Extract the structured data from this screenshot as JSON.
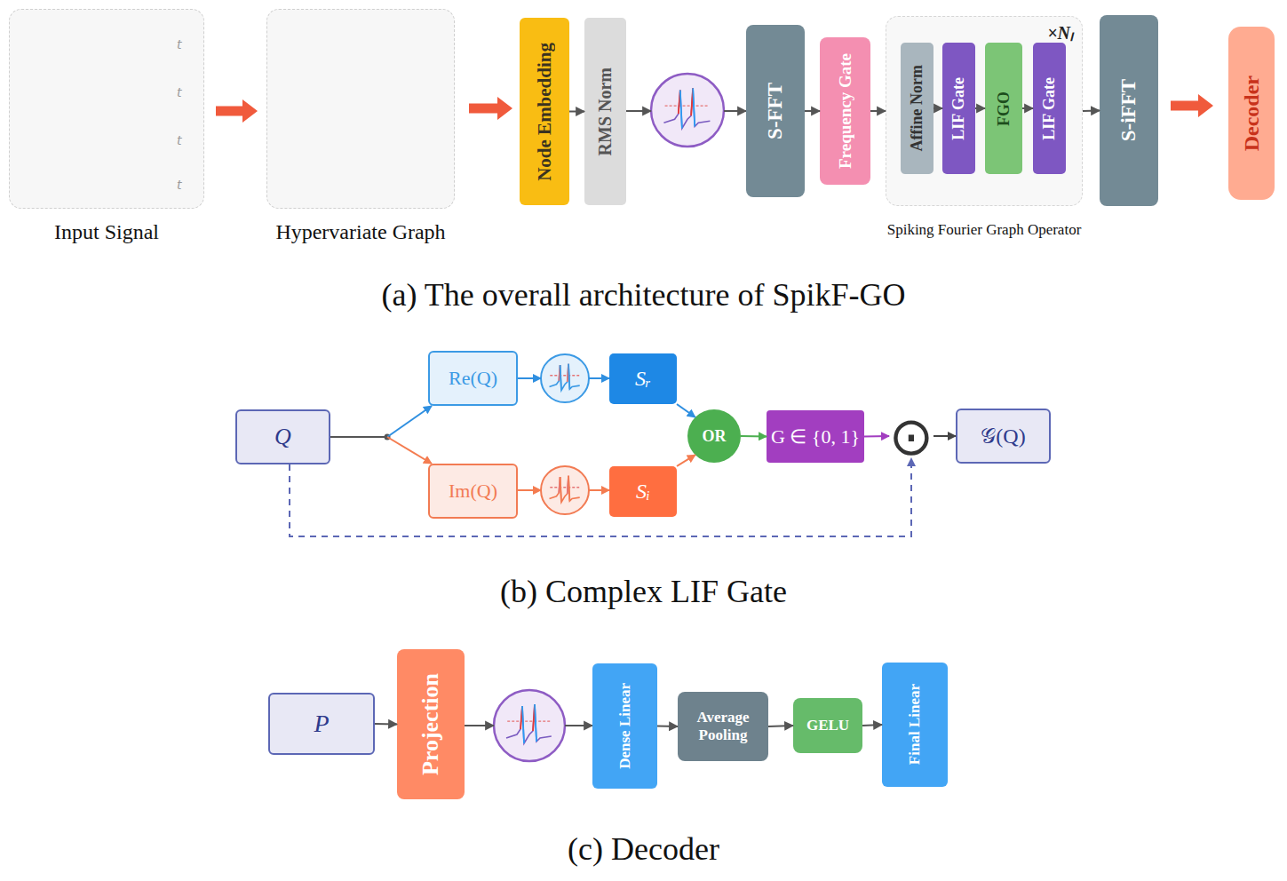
{
  "diagram": {
    "nodes": [
      {
        "text": [
          "Input Signal"
        ]
      },
      {
        "text": [
          "Hypervariate Graph"
        ]
      },
      {
        "text": [
          "Node Embedding"
        ]
      },
      {
        "text": [
          "RMS Norm"
        ]
      },
      {
        "text": [
          "S-FFT"
        ]
      },
      {
        "text": [
          "Frequency Gate"
        ]
      },
      {
        "text": [
          "×Nₗ",
          "Spiking Fourier Graph Operator"
        ]
      },
      {
        "text": [
          "Affine Norm"
        ],
        "in": 6
      },
      {
        "text": [
          "LIF Gate"
        ],
        "in": 6
      },
      {
        "text": [
          "FGO"
        ],
        "in": 6
      },
      {
        "text": [
          "LIF Gate"
        ],
        "in": 6
      },
      {
        "text": [
          "S-iFFT"
        ]
      },
      {
        "text": [
          "Decoder"
        ]
      },
      {
        "text": [
          "Q"
        ]
      },
      {
        "text": [
          "Re(Q)"
        ]
      },
      {
        "text": [
          "Sᵣ"
        ]
      },
      {
        "text": [
          "Im(Q)"
        ]
      },
      {
        "text": [
          "Sᵢ"
        ]
      },
      {
        "text": [
          "OR"
        ]
      },
      {
        "text": [
          "G ∈ {0, 1}"
        ]
      },
      {
        "text": [
          "⊙"
        ]
      },
      {
        "text": [
          "𝒢(Q)"
        ]
      },
      {
        "text": [
          "P"
        ]
      },
      {
        "text": [
          "Projection"
        ]
      },
      {
        "text": [
          "Dense Linear"
        ]
      },
      {
        "text": [
          "Average Pooling"
        ]
      },
      {
        "text": [
          "GELU"
        ]
      },
      {
        "text": [
          "Final Linear"
        ]
      }
    ],
    "edges": [
      {
        "from": 0,
        "to": 1,
        "arrow": "to"
      },
      {
        "from": 1,
        "to": 2,
        "arrow": "to"
      },
      {
        "from": 2,
        "to": 3,
        "arrow": "to"
      },
      {
        "from": 4,
        "to": 5,
        "arrow": "to"
      },
      {
        "from": 5,
        "to": 6,
        "arrow": "to"
      },
      {
        "from": 7,
        "to": 8,
        "arrow": "to"
      },
      {
        "from": 8,
        "to": 9,
        "arrow": "to"
      },
      {
        "from": 9,
        "to": 10,
        "arrow": "to"
      },
      {
        "from": 6,
        "to": 11,
        "arrow": "to"
      },
      {
        "from": 11,
        "to": 12,
        "arrow": "to"
      },
      {
        "from": 13,
        "to": 14,
        "arrow": "to"
      },
      {
        "from": 13,
        "to": 16,
        "arrow": "to"
      },
      {
        "from": 15,
        "to": 18,
        "arrow": "to"
      },
      {
        "from": 17,
        "to": 18,
        "arrow": "to"
      },
      {
        "from": 18,
        "to": 19,
        "arrow": "to"
      },
      {
        "from": 19,
        "to": 20,
        "arrow": "to"
      },
      {
        "from": 20,
        "to": 21,
        "arrow": "to"
      },
      {
        "from": 13,
        "to": 20,
        "arrow": "to"
      },
      {
        "from": 22,
        "to": 23,
        "arrow": "to"
      },
      {
        "from": 24,
        "to": 25,
        "arrow": "to"
      },
      {
        "from": 25,
        "to": 26,
        "arrow": "to"
      },
      {
        "from": 26,
        "to": 27,
        "arrow": "to"
      }
    ],
    "labels": [
      "t",
      "t",
      "t",
      "t",
      "(a) The overall architecture of SpikF-GO",
      "(b) Complex LIF Gate",
      "(c) Decoder"
    ]
  }
}
